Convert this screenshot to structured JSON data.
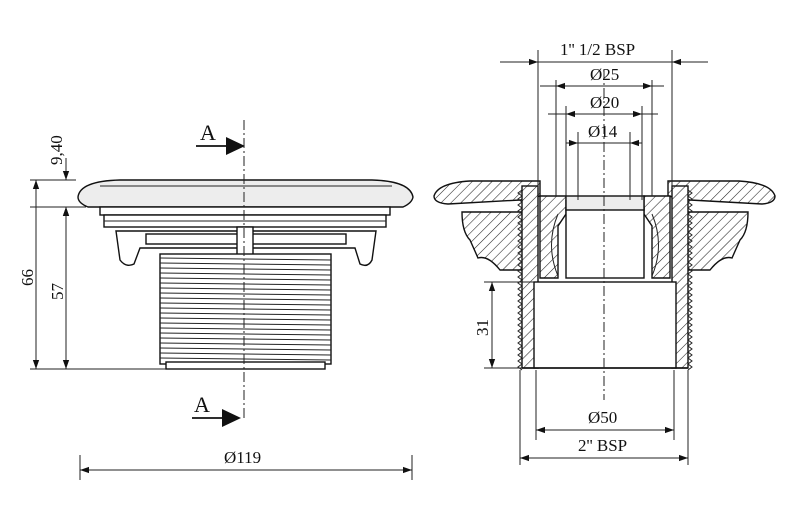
{
  "section_marker": {
    "top": "A",
    "bottom": "A"
  },
  "left_view": {
    "dim_flange_thickness": "9,40",
    "dim_total_height": "66",
    "dim_body_height": "57",
    "dim_flange_diameter": "Ø119"
  },
  "right_view": {
    "dim_thread_top": "1'' 1/2 BSP",
    "dim_d25": "Ø25",
    "dim_d20": "Ø20",
    "dim_d14": "Ø14",
    "dim_socket_depth": "31",
    "dim_d50": "Ø50",
    "dim_thread_bottom": "2'' BSP"
  }
}
